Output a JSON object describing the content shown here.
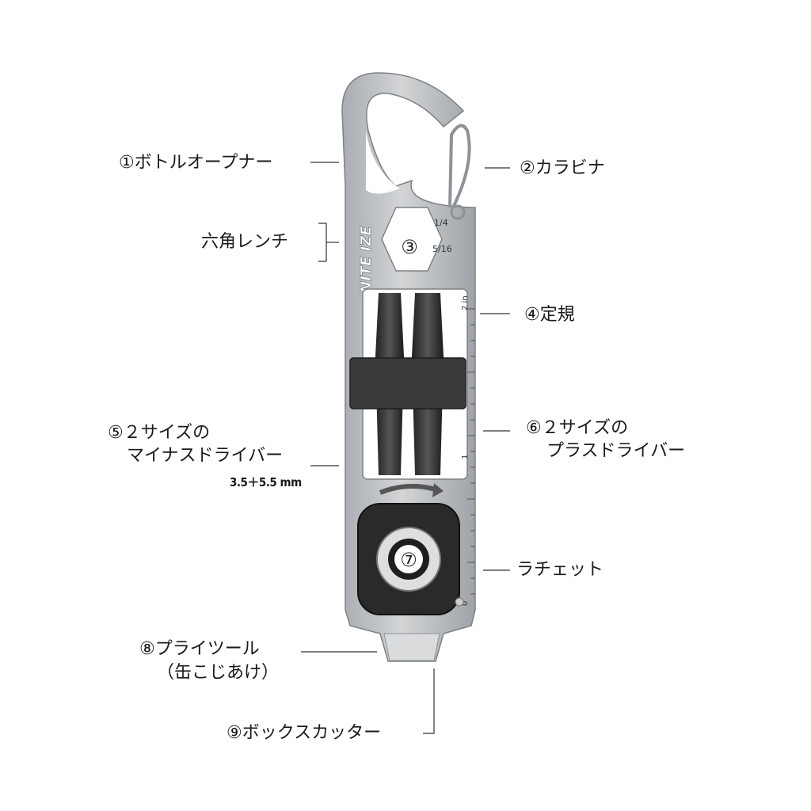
{
  "labels": {
    "bottle_opener": "①ボトルオープナー",
    "carabiner": "②カラビナ",
    "hex_wrench": "六角レンチ",
    "hex_wrench_num": "③",
    "ruler": "④定規",
    "flat_driver_l1": "⑤２サイズの",
    "flat_driver_l2": "マイナスドライバー",
    "flat_driver_sizes": "3.5＋5.5 mm",
    "phillips_l1": "⑥２サイズの",
    "phillips_l2": "プラスドライバー",
    "ratchet": "ラチェット",
    "ratchet_num": "⑦",
    "pry_l1": "⑧プライツール",
    "pry_l2": "（缶こじあけ）",
    "box_cutter": "⑨ボックスカッター"
  },
  "tool_marks": {
    "brand": "NITE IZE",
    "hex_size_a": "1/4",
    "hex_size_b": "5/16",
    "ruler_unit": "2 in",
    "ruler_one": "1",
    "ruler_zero": "0"
  },
  "colors": {
    "steel": "#b9bcbf",
    "steel_dark": "#8e9296",
    "black_part": "#2a2a2a",
    "line": "#333333"
  }
}
